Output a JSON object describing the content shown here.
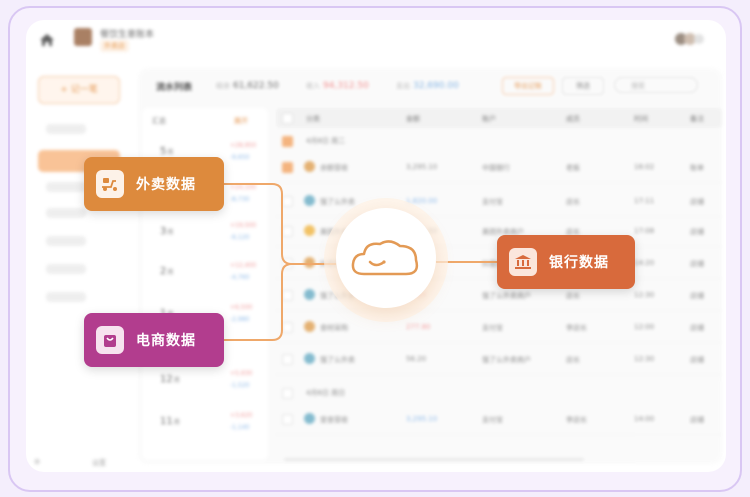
{
  "topbar": {
    "shop_name": "餐饮生意账本",
    "shop_tag": "外卖店"
  },
  "sidebar": {
    "new_button": "+ 记一笔",
    "footer_left": "⚙",
    "footer_right": "设置"
  },
  "panel": {
    "title": "流水列表",
    "stats": [
      {
        "label": "结余",
        "value": "61,622.50",
        "color": "#555555"
      },
      {
        "label": "收入",
        "value": "94,312.50",
        "color": "#f07b7b"
      },
      {
        "label": "支出",
        "value": "32,690.00",
        "color": "#6ea7e0"
      }
    ],
    "export_button": "导出记账",
    "filter_button": "筛选",
    "search_placeholder": "搜索"
  },
  "months": {
    "header": "汇总",
    "header_right": "展开",
    "items": [
      {
        "label": "5",
        "unit": "月",
        "income": "+28,950",
        "expense": "-9,650"
      },
      {
        "label": "4",
        "unit": "月",
        "income": "+24,100",
        "expense": "-8,730"
      },
      {
        "label": "3",
        "unit": "月",
        "income": "+19,500",
        "expense": "-6,120"
      },
      {
        "label": "2",
        "unit": "月",
        "income": "+12,400",
        "expense": "-4,760"
      },
      {
        "label": "1",
        "unit": "月",
        "income": "+6,500",
        "expense": "-2,980"
      },
      {
        "label": "12",
        "unit": "月",
        "income": "+5,930",
        "expense": "-1,520"
      },
      {
        "label": "11",
        "unit": "月",
        "income": "+3,620",
        "expense": "-1,140"
      }
    ]
  },
  "table": {
    "columns": [
      "分类",
      "金额",
      "账户",
      "成员",
      "时间",
      "备注"
    ],
    "date_label_1": "4月8日 周二",
    "date_label_2": "4月6日 周日",
    "rows": [
      {
        "category": "余额营收",
        "amount": "3,295.10",
        "account": "中国银行",
        "member": "老板",
        "time": "16:02",
        "note": "账单"
      },
      {
        "category": "饿了么外卖",
        "amount": "1,820.00",
        "account": "支付宝",
        "member": "店长",
        "time": "17:11",
        "note": "店铺"
      },
      {
        "category": "美团外卖",
        "amount": "2,460.50",
        "account": "美团外卖商户",
        "member": "店长",
        "time": "17:08",
        "note": "店铺"
      },
      {
        "category": "抖音团购",
        "amount": "980.00",
        "account": "抖音来客商户",
        "member": "店长",
        "time": "14:20",
        "note": "店铺"
      },
      {
        "category": "饿了么外卖",
        "amount": "56.20",
        "account": "饿了么外卖商户",
        "member": "店长",
        "time": "12:30",
        "note": "店铺"
      },
      {
        "category": "食材采购",
        "amount": "277.80",
        "account": "支付宝",
        "member": "李店长",
        "time": "12:00",
        "note": "店铺"
      },
      {
        "category": "饿了么外卖",
        "amount": "56.20",
        "account": "饿了么外卖商户",
        "member": "店长",
        "time": "12:30",
        "note": "店铺"
      },
      {
        "category": "堂食营收",
        "amount": "3,295.10",
        "account": "支付宝",
        "member": "李店长",
        "time": "14:00",
        "note": "店铺"
      }
    ]
  },
  "badges": {
    "waimai": "外卖数据",
    "ecommerce": "电商数据",
    "bank": "银行数据"
  },
  "colors": {
    "waimai": "#dd8a3d",
    "ecommerce": "#b23d8e",
    "bank": "#d86a3c",
    "connector": "#efa86a"
  }
}
